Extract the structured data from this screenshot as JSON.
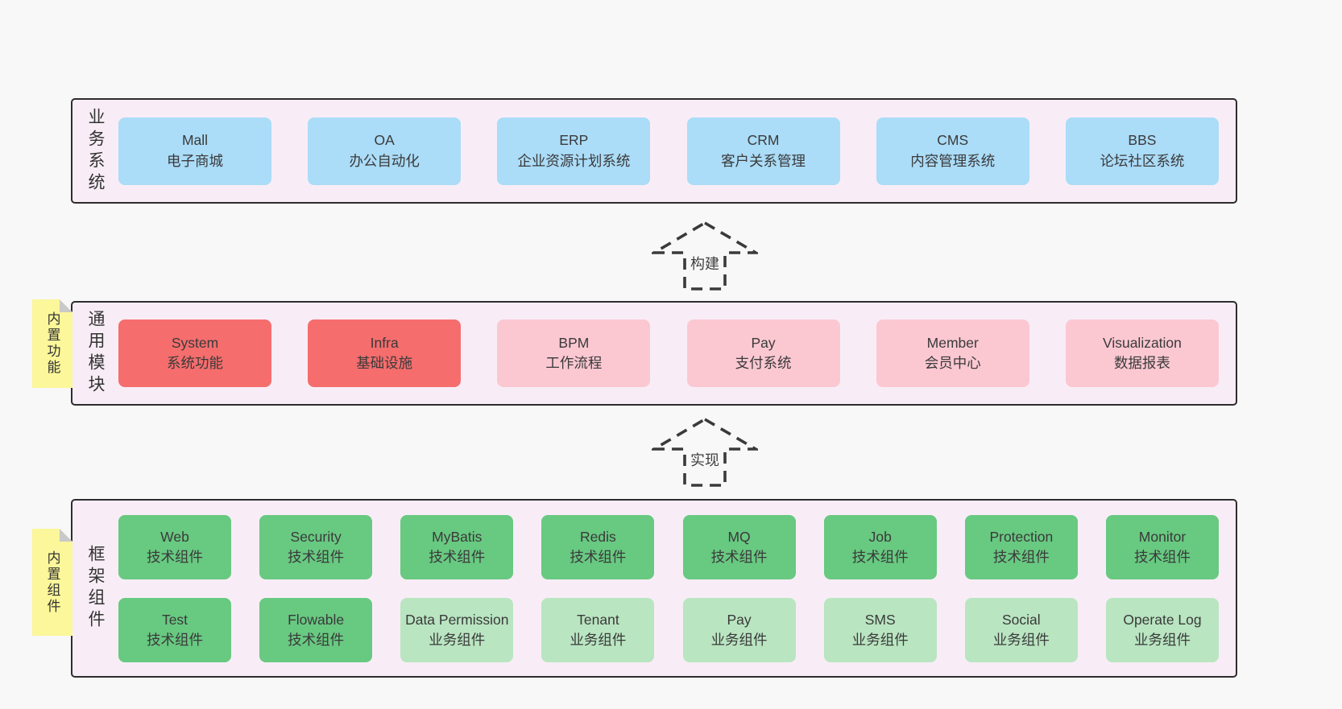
{
  "colors": {
    "page_bg": "#f8f8f8",
    "band_bg": "#f8edf6",
    "band_border": "#2d2d2d",
    "blue_box": "#abdcf8",
    "red_box": "#f56d6d",
    "pink_box": "#fbc8d2",
    "green_box": "#68c981",
    "light_green_box": "#b9e5c1",
    "yellow_note": "#fbf79a",
    "note_fold": "#c9c9c9",
    "text": "#3a3a3a"
  },
  "bands": {
    "business": {
      "label": "业务系统",
      "boxes": [
        {
          "name": "Mall",
          "subtitle": "电子商城",
          "type": "blue"
        },
        {
          "name": "OA",
          "subtitle": "办公自动化",
          "type": "blue"
        },
        {
          "name": "ERP",
          "subtitle": "企业资源计划系统",
          "type": "blue"
        },
        {
          "name": "CRM",
          "subtitle": "客户关系管理",
          "type": "blue"
        },
        {
          "name": "CMS",
          "subtitle": "内容管理系统",
          "type": "blue"
        },
        {
          "name": "BBS",
          "subtitle": "论坛社区系统",
          "type": "blue"
        }
      ]
    },
    "modules": {
      "label": "通用模块",
      "note": "内置功能",
      "boxes": [
        {
          "name": "System",
          "subtitle": "系统功能",
          "type": "red"
        },
        {
          "name": "Infra",
          "subtitle": "基础设施",
          "type": "red"
        },
        {
          "name": "BPM",
          "subtitle": "工作流程",
          "type": "pink"
        },
        {
          "name": "Pay",
          "subtitle": "支付系统",
          "type": "pink"
        },
        {
          "name": "Member",
          "subtitle": "会员中心",
          "type": "pink"
        },
        {
          "name": "Visualization",
          "subtitle": "数据报表",
          "type": "pink"
        }
      ]
    },
    "components": {
      "label": "框架组件",
      "note": "内置组件",
      "boxes": [
        {
          "name": "Web",
          "subtitle": "技术组件",
          "type": "green"
        },
        {
          "name": "Security",
          "subtitle": "技术组件",
          "type": "green"
        },
        {
          "name": "MyBatis",
          "subtitle": "技术组件",
          "type": "green"
        },
        {
          "name": "Redis",
          "subtitle": "技术组件",
          "type": "green"
        },
        {
          "name": "MQ",
          "subtitle": "技术组件",
          "type": "green"
        },
        {
          "name": "Job",
          "subtitle": "技术组件",
          "type": "green"
        },
        {
          "name": "Protection",
          "subtitle": "技术组件",
          "type": "green"
        },
        {
          "name": "Monitor",
          "subtitle": "技术组件",
          "type": "green"
        },
        {
          "name": "Test",
          "subtitle": "技术组件",
          "type": "green"
        },
        {
          "name": "Flowable",
          "subtitle": "技术组件",
          "type": "green"
        },
        {
          "name": "Data Permission",
          "subtitle": "业务组件",
          "type": "green-light"
        },
        {
          "name": "Tenant",
          "subtitle": "业务组件",
          "type": "green-light"
        },
        {
          "name": "Pay",
          "subtitle": "业务组件",
          "type": "green-light"
        },
        {
          "name": "SMS",
          "subtitle": "业务组件",
          "type": "green-light"
        },
        {
          "name": "Social",
          "subtitle": "业务组件",
          "type": "green-light"
        },
        {
          "name": "Operate Log",
          "subtitle": "业务组件",
          "type": "green-light"
        }
      ]
    }
  },
  "arrows": {
    "build": {
      "label": "构建"
    },
    "implement": {
      "label": "实现"
    }
  }
}
